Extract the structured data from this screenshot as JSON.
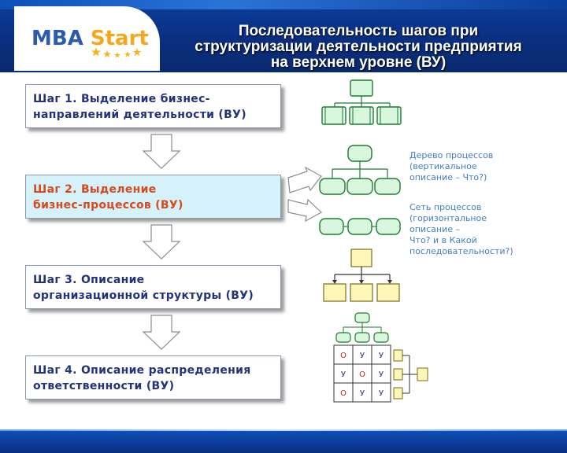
{
  "header": {
    "logo_mba": "MBA",
    "logo_start": "Start",
    "title_line1": "Последовательность шагов при",
    "title_line2": "структуризации деятельности предприятия",
    "title_line3": "на верхнем уровне (ВУ)"
  },
  "steps": [
    {
      "line1": "Шаг 1. Выделение бизнес-",
      "line2": "направлений деятельности (ВУ)",
      "active": false
    },
    {
      "line1": "Шаг 2. Выделение",
      "line2": "бизнес-процессов (ВУ)",
      "active": true
    },
    {
      "line1": "Шаг 3. Описание",
      "line2": "организационной структуры (ВУ)",
      "active": false
    },
    {
      "line1": "Шаг 4. Описание распределения",
      "line2": "ответственности (ВУ)",
      "active": false
    }
  ],
  "descriptions": {
    "tree": {
      "line1": "Дерево процессов",
      "line2": "(вертикальное",
      "line3": "описание – Что?)"
    },
    "network": {
      "line1": "Сеть процессов",
      "line2": "(горизонтальное",
      "line3": "описание –",
      "line4": "Что? и в Какой",
      "line5": "последовательности?)"
    }
  },
  "matrix": {
    "rows": [
      [
        "О",
        "У",
        "У"
      ],
      [
        "У",
        "О",
        "У"
      ],
      [
        "О",
        "У",
        "У"
      ]
    ]
  },
  "colors": {
    "header_blue": "#0b3d9c",
    "step_text": "#22337a",
    "active_text": "#d84a1c",
    "active_bg": "#d5f1f9",
    "green_fill": "#d9f7dc",
    "green_stroke": "#1f7a32",
    "yellow_fill": "#fff7b8",
    "yellow_stroke": "#7a6a1a",
    "desc_blue": "#3f7fbf"
  }
}
